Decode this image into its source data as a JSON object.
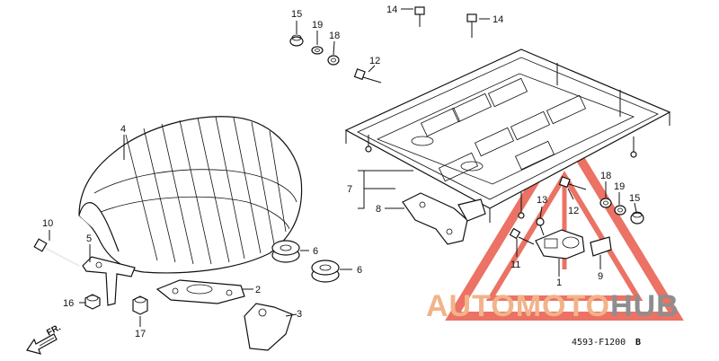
{
  "diagram": {
    "callouts": [
      {
        "id": "c15a",
        "text": "15"
      },
      {
        "id": "c19a",
        "text": "19"
      },
      {
        "id": "c18a",
        "text": "18"
      },
      {
        "id": "c14a",
        "text": "14"
      },
      {
        "id": "c14b",
        "text": "14"
      },
      {
        "id": "c12a",
        "text": "12"
      },
      {
        "id": "c4",
        "text": "4"
      },
      {
        "id": "c7",
        "text": "7"
      },
      {
        "id": "c8",
        "text": "8"
      },
      {
        "id": "c10",
        "text": "10"
      },
      {
        "id": "c5",
        "text": "5"
      },
      {
        "id": "c6a",
        "text": "6"
      },
      {
        "id": "c6b",
        "text": "6"
      },
      {
        "id": "c2",
        "text": "2"
      },
      {
        "id": "c3",
        "text": "3"
      },
      {
        "id": "c16",
        "text": "16"
      },
      {
        "id": "c17",
        "text": "17"
      },
      {
        "id": "c13",
        "text": "13"
      },
      {
        "id": "c12b",
        "text": "12"
      },
      {
        "id": "c18b",
        "text": "18"
      },
      {
        "id": "c19b",
        "text": "19"
      },
      {
        "id": "c15b",
        "text": "15"
      },
      {
        "id": "c11",
        "text": "11"
      },
      {
        "id": "c1",
        "text": "1"
      },
      {
        "id": "c9",
        "text": "9"
      }
    ],
    "direction_label": "FR.",
    "drawing_code": "4593-F1200",
    "drawing_suffix": "B"
  },
  "watermark": {
    "part1": "AUTOMOTO",
    "part2": "HUB",
    "color_accent": "#e85a4a",
    "color_orange": "#f2b38a",
    "color_gray": "#8e8e8e"
  }
}
